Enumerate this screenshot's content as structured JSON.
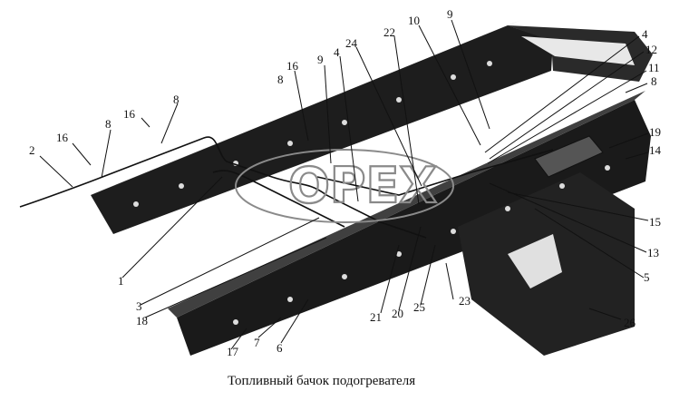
{
  "caption": "Топливный бачок подогревателя",
  "watermark": "OPEX",
  "callouts": [
    "2",
    "16",
    "8",
    "16",
    "8",
    "16",
    "8",
    "9",
    "4",
    "24",
    "22",
    "10",
    "9",
    "4",
    "12",
    "11",
    "8",
    "19",
    "14",
    "15",
    "13",
    "5",
    "26",
    "23",
    "25",
    "20",
    "21",
    "6",
    "7",
    "17",
    "18",
    "3",
    "1"
  ],
  "colors": {
    "frame": "#1d1d1d",
    "line": "#111111",
    "watermark": "#8a8a8a"
  }
}
